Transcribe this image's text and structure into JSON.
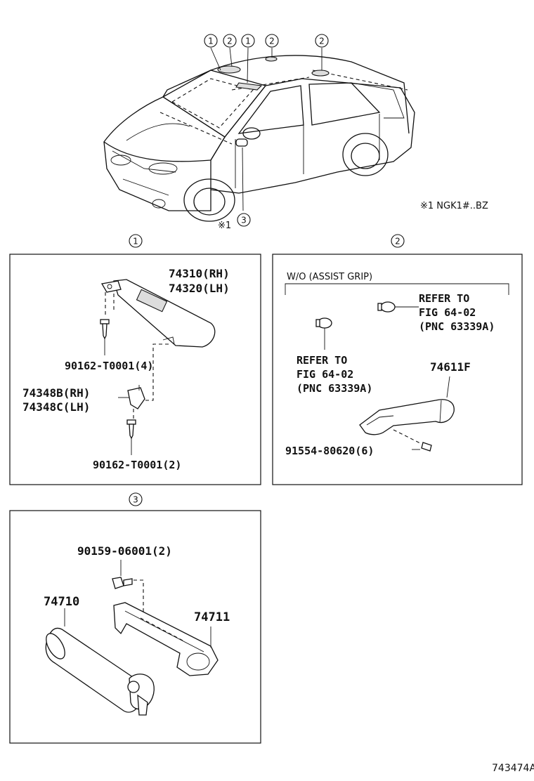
{
  "overview": {
    "callouts_top": [
      "1",
      "2",
      "1",
      "2",
      "2"
    ],
    "callout_bottom": "3",
    "note_marker": "※1",
    "note": "※1 NGK1#..BZ"
  },
  "sections": [
    {
      "id": "1",
      "parts": {
        "visor_rh": "74310(RH)",
        "visor_lh": "74320(LH)",
        "screw_a": "90162-T0001(4)",
        "holder_rh": "74348B(RH)",
        "holder_lh": "74348C(LH)",
        "screw_b": "90162-T0001(2)"
      }
    },
    {
      "id": "2",
      "header": "W/O (ASSIST GRIP)",
      "ref_a": [
        "REFER TO",
        "FIG 64-02",
        "(PNC 63339A)"
      ],
      "ref_b": [
        "REFER TO",
        "FIG 64-02",
        "(PNC 63339A)"
      ],
      "parts": {
        "grip": "74611F",
        "screw": "91554-80620(6)"
      }
    },
    {
      "id": "3",
      "parts": {
        "bolt": "90159-06001(2)",
        "cylinder": "74710",
        "bracket": "74711"
      }
    }
  ],
  "footer_code": "743474A"
}
